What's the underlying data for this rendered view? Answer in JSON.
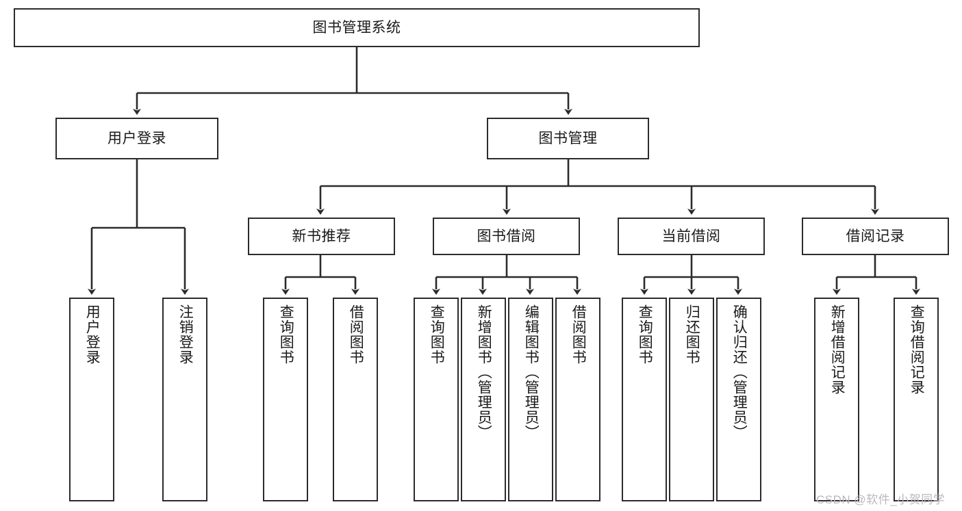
{
  "diagram": {
    "title": "图书管理系统",
    "type": "tree",
    "orientation": "top-down",
    "colors": {
      "node_border": "#2b2b2b",
      "node_fill": "#ffffff",
      "edge": "#2b2b2b",
      "text": "#1a1a1a",
      "watermark": "#b9b9b9",
      "background": "#ffffff"
    },
    "root": {
      "id": "root",
      "label": "图书管理系统",
      "text_direction": "horizontal"
    },
    "level2": [
      {
        "id": "user-login",
        "label": "用户登录",
        "text_direction": "horizontal"
      },
      {
        "id": "book-management",
        "label": "图书管理",
        "text_direction": "horizontal"
      }
    ],
    "level3": [
      {
        "id": "new-book-recommend",
        "label": "新书推荐",
        "text_direction": "horizontal",
        "parent": "book-management"
      },
      {
        "id": "book-borrow",
        "label": "图书借阅",
        "text_direction": "horizontal",
        "parent": "book-management"
      },
      {
        "id": "current-borrow",
        "label": "当前借阅",
        "text_direction": "horizontal",
        "parent": "book-management"
      },
      {
        "id": "borrow-record",
        "label": "借阅记录",
        "text_direction": "horizontal",
        "parent": "book-management"
      }
    ],
    "leaves": [
      {
        "id": "leaf-user-login",
        "label": "用户登录",
        "text_direction": "vertical",
        "parent": "user-login"
      },
      {
        "id": "leaf-logout-login",
        "label": "注销登录",
        "text_direction": "vertical",
        "parent": "user-login"
      },
      {
        "id": "leaf-query-book-1",
        "label": "查询图书",
        "text_direction": "vertical",
        "parent": "new-book-recommend"
      },
      {
        "id": "leaf-borrow-book-1",
        "label": "借阅图书",
        "text_direction": "vertical",
        "parent": "new-book-recommend"
      },
      {
        "id": "leaf-query-book-2",
        "label": "查询图书",
        "text_direction": "vertical",
        "parent": "book-borrow"
      },
      {
        "id": "leaf-add-book",
        "label": "新增图书（管理员）",
        "text_direction": "vertical",
        "parent": "book-borrow"
      },
      {
        "id": "leaf-edit-book",
        "label": "编辑图书（管理员）",
        "text_direction": "vertical",
        "parent": "book-borrow"
      },
      {
        "id": "leaf-borrow-book-2",
        "label": "借阅图书",
        "text_direction": "vertical",
        "parent": "book-borrow"
      },
      {
        "id": "leaf-query-book-3",
        "label": "查询图书",
        "text_direction": "vertical",
        "parent": "current-borrow"
      },
      {
        "id": "leaf-return-book",
        "label": "归还图书",
        "text_direction": "vertical",
        "parent": "current-borrow"
      },
      {
        "id": "leaf-confirm-return",
        "label": "确认归还（管理员）",
        "text_direction": "vertical",
        "parent": "current-borrow"
      },
      {
        "id": "leaf-add-record",
        "label": "新增借阅记录",
        "text_direction": "vertical",
        "parent": "borrow-record"
      },
      {
        "id": "leaf-query-record",
        "label": "查询借阅记录",
        "text_direction": "vertical",
        "parent": "borrow-record"
      }
    ],
    "watermark": "CSDN @软件_小贺同学"
  }
}
